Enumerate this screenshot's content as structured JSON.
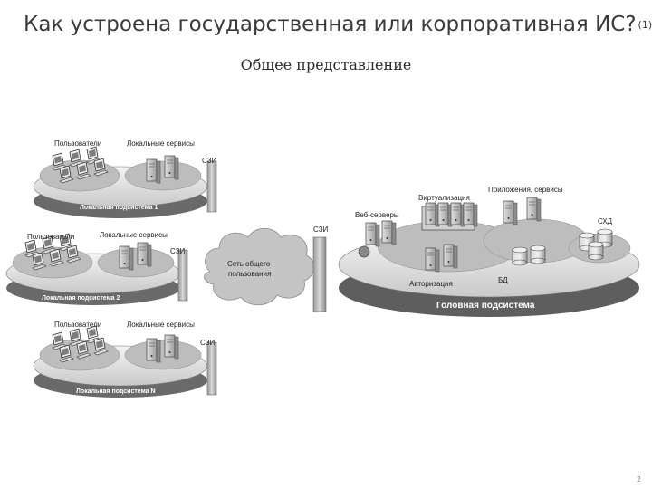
{
  "slide": {
    "title": "Как устроена государственная или корпоративная ИС?",
    "title_number": "(1)",
    "subtitle": "Общее представление",
    "page_number": "2"
  },
  "subsystems": [
    {
      "users_label": "Пользователи",
      "services_label": "Локальные сервисы",
      "szi_label": "СЗИ",
      "name": "Локальная подсистема 1"
    },
    {
      "users_label": "Пользователи",
      "services_label": "Локальные сервисы",
      "szi_label": "СЗИ",
      "name": "Локальная подсистема 2"
    },
    {
      "users_label": "Пользователи",
      "services_label": "Локальные сервисы",
      "szi_label": "СЗИ",
      "name": "Локальная подсистема N"
    }
  ],
  "network": {
    "cloud_line1": "Сеть общего",
    "cloud_line2": "пользования",
    "szi_label": "СЗИ"
  },
  "head": {
    "name": "Головная подсистема",
    "virtualization": "Виртуализация",
    "apps": "Приложения, сервисы",
    "web": "Веб-серверы",
    "storage": "СХД",
    "auth": "Авторизация",
    "db": "БД"
  }
}
